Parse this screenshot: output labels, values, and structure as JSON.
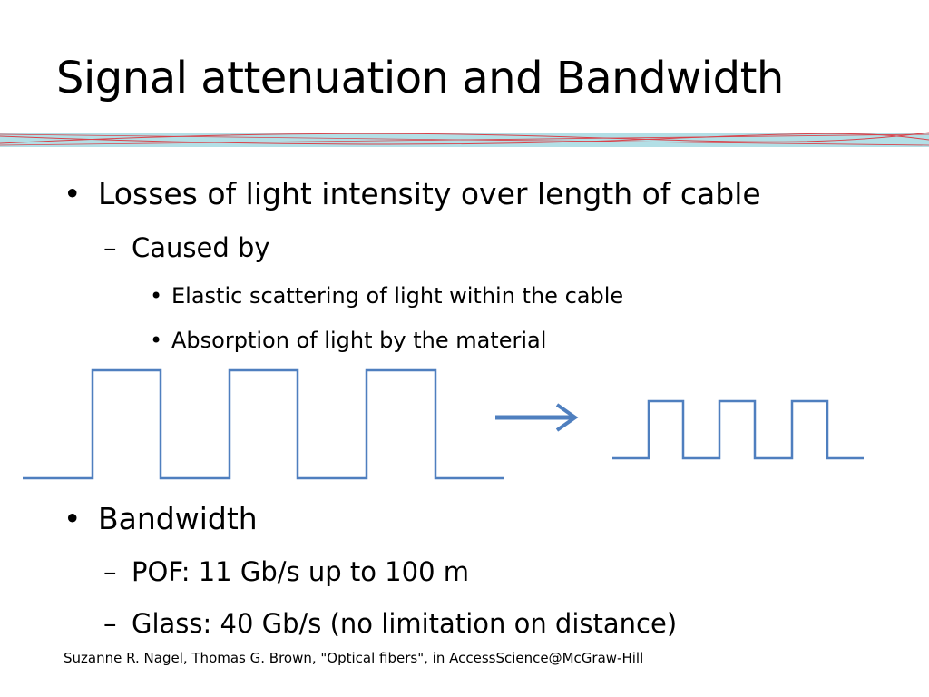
{
  "slide": {
    "title": "Signal attenuation and Bandwidth",
    "bullets": [
      {
        "level": 1,
        "marker": "•",
        "text": "Losses of light intensity over length of cable"
      },
      {
        "level": 2,
        "marker": "–",
        "text": "Caused by"
      },
      {
        "level": 3,
        "marker": "•",
        "text": "Elastic scattering of light within the cable"
      },
      {
        "level": 3,
        "marker": "•",
        "text": "Absorption of light by the material"
      },
      {
        "level": 1,
        "marker": "•",
        "text": "Bandwidth"
      },
      {
        "level": 2,
        "marker": "–",
        "text": "POF: 11 Gb/s up to 100 m"
      },
      {
        "level": 2,
        "marker": "–",
        "text": "Glass: 40 Gb/s (no limitation on distance)"
      }
    ],
    "citation": "Suzanne R. Nagel, Thomas G. Brown, \"Optical fibers\", in AccessScience@McGraw-Hill"
  },
  "colors": {
    "band": "#b3dfe6",
    "band_lines": "#d9434b",
    "signal": "#4f7fbf",
    "text": "#000000"
  },
  "icons": {
    "arrow": "right-arrow-icon"
  }
}
